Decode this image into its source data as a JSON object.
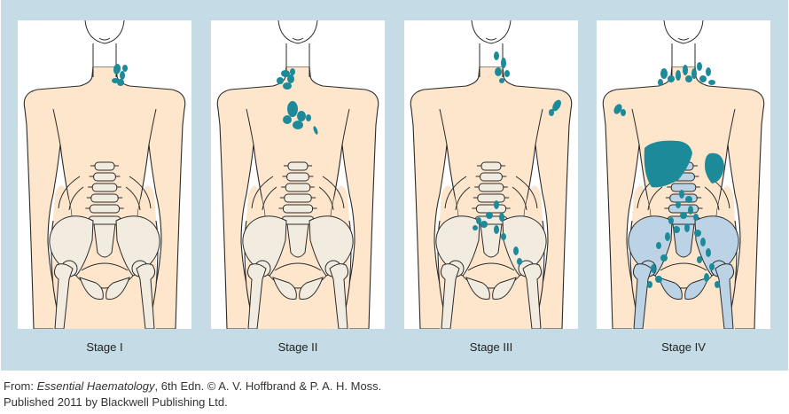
{
  "figure": {
    "stages": [
      {
        "id": "stage-1",
        "label": "Stage I"
      },
      {
        "id": "stage-2",
        "label": "Stage II"
      },
      {
        "id": "stage-3",
        "label": "Stage III"
      },
      {
        "id": "stage-4",
        "label": "Stage IV"
      }
    ],
    "colors": {
      "frame": "#c5dbe6",
      "skin": "#fde6cc",
      "outline": "#2b2b2b",
      "bone": "#f2ece0",
      "bone_stage4": "#bcd3e6",
      "node": "#1d8a9a"
    }
  },
  "credit": {
    "prefix": "From: ",
    "book": "Essential Haematology",
    "rest": ", 6th Edn. © A. V. Hoffbrand & P. A. H. Moss.",
    "line2": "Published 2011 by Blackwell Publishing Ltd."
  }
}
